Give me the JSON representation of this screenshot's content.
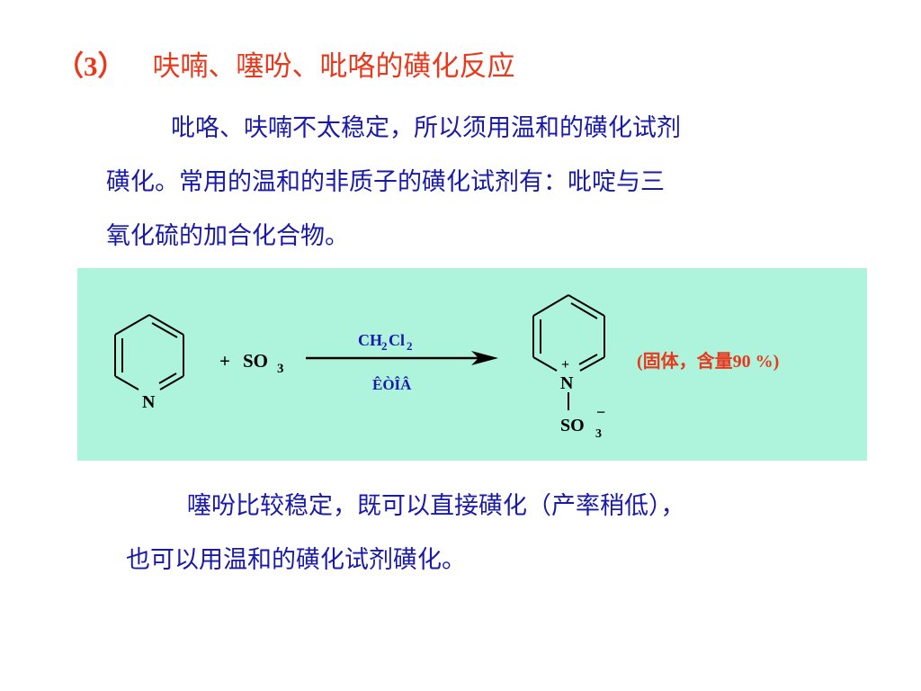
{
  "colors": {
    "title": "#e8391d",
    "text": "#1a1aa8",
    "box_bg": "#aef3dc",
    "note": "#e8391d",
    "black": "#000000"
  },
  "title": {
    "number": "（3）",
    "text": "呋喃、噻吩、吡咯的磺化反应"
  },
  "paragraph1": {
    "line1": "吡咯、呋喃不太稳定，所以须用温和的磺化试剂",
    "line2": "磺化。常用的温和的非质子的磺化试剂有：吡啶与三",
    "line3": "氧化硫的加合化合物。"
  },
  "reaction": {
    "reactant_atom": "N",
    "plus": "+",
    "reagent": "SO",
    "reagent_sub": "3",
    "solvent_main": "CH",
    "solvent_sub1": "2",
    "solvent_cl": "Cl",
    "solvent_sub2": "2",
    "condition": "ÊÒÎÂ",
    "product_atom": "N",
    "product_charge": "+",
    "product_group": "SO",
    "product_group_sub": "3",
    "product_group_charge": "−",
    "note": "(固体，含量90 %)"
  },
  "paragraph2": {
    "line1": "噻吩比较稳定，既可以直接磺化（产率稍低），",
    "line2": "也可以用温和的磺化试剂磺化。"
  }
}
